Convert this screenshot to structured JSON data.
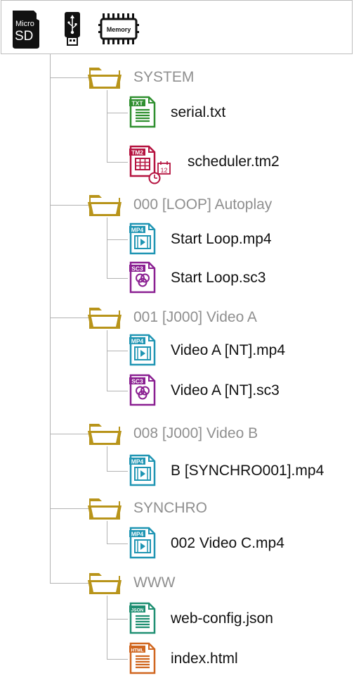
{
  "toolbar": {
    "microsd": {
      "icon": "microsd-card-icon",
      "line1": "Micro",
      "line2": "SD"
    },
    "usb": {
      "icon": "usb-drive-icon"
    },
    "memory": {
      "icon": "memory-chip-icon",
      "label": "Memory"
    }
  },
  "colors": {
    "folder": "#b8941a",
    "txt": "#2f8f2f",
    "tm2": "#b5123f",
    "mp4": "#1f95b3",
    "sc3": "#8a1f91",
    "json": "#1f8f72",
    "html": "#d0661f",
    "tree_line": "#b3b3b3"
  },
  "tree": {
    "folders": [
      {
        "label": "SYSTEM",
        "files": [
          {
            "name": "serial.txt",
            "type": "TXT"
          },
          {
            "name": "scheduler.tm2",
            "type": "TM2",
            "badge": "12"
          }
        ]
      },
      {
        "label": "000 [LOOP] Autoplay",
        "files": [
          {
            "name": "Start Loop.mp4",
            "type": "MP4"
          },
          {
            "name": "Start Loop.sc3",
            "type": "SC3"
          }
        ]
      },
      {
        "label": "001 [J000] Video A",
        "files": [
          {
            "name": "Video A [NT].mp4",
            "type": "MP4"
          },
          {
            "name": "Video A [NT].sc3",
            "type": "SC3"
          }
        ]
      },
      {
        "label": "008 [J000] Video B",
        "files": [
          {
            "name": "B [SYNCHRO001].mp4",
            "type": "MP4"
          }
        ]
      },
      {
        "label": "SYNCHRO",
        "files": [
          {
            "name": "002 Video C.mp4",
            "type": "MP4"
          }
        ]
      },
      {
        "label": "WWW",
        "files": [
          {
            "name": "web-config.json",
            "type": "JSON"
          },
          {
            "name": "index.html",
            "type": "HTML"
          }
        ]
      }
    ]
  }
}
